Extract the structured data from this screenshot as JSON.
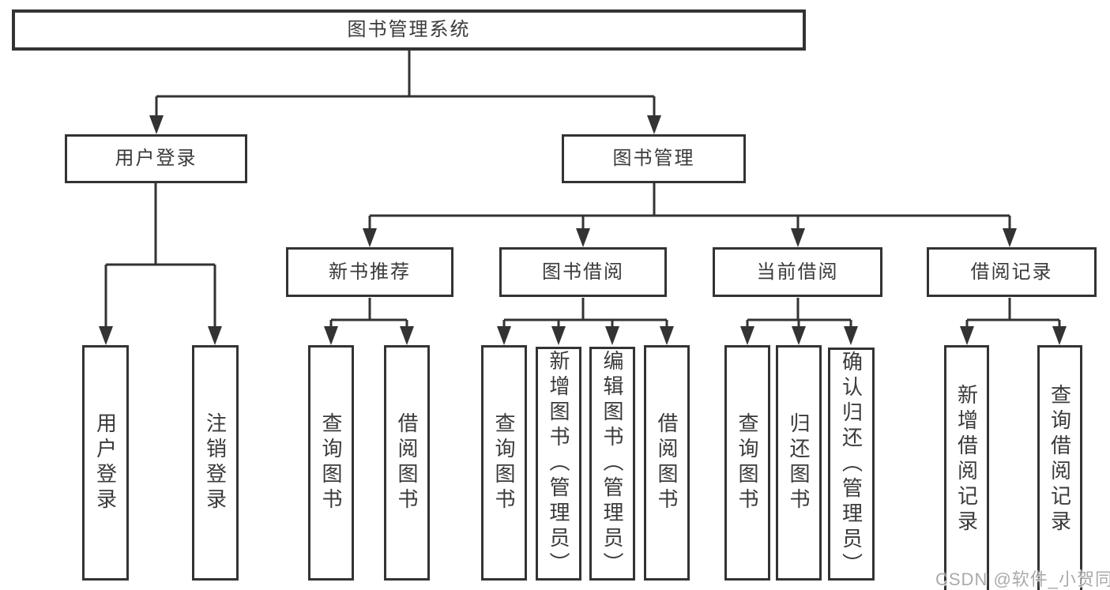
{
  "diagram": {
    "root": {
      "label": "图书管理系统"
    },
    "user_login": {
      "label": "用户登录",
      "children": [
        "用户登录",
        "注销登录"
      ]
    },
    "book_mgmt": {
      "label": "图书管理",
      "groups": [
        {
          "label": "新书推荐",
          "children": [
            "查询图书",
            "借阅图书"
          ]
        },
        {
          "label": "图书借阅",
          "children": [
            "查询图书",
            "新增图书（管理员）",
            "编辑图书（管理员）",
            "借阅图书"
          ]
        },
        {
          "label": "当前借阅",
          "children": [
            "查询图书",
            "归还图书",
            "确认归还（管理员）"
          ]
        },
        {
          "label": "借阅记录",
          "children": [
            "新增借阅记录",
            "查询借阅记录"
          ]
        }
      ]
    },
    "watermark": {
      "text": "CSDN @软件_小贺同学"
    },
    "colors": {
      "line": "#333333",
      "text": "#3a3a3a",
      "watermark": "#9c9c9c",
      "background": "#ffffff"
    }
  }
}
